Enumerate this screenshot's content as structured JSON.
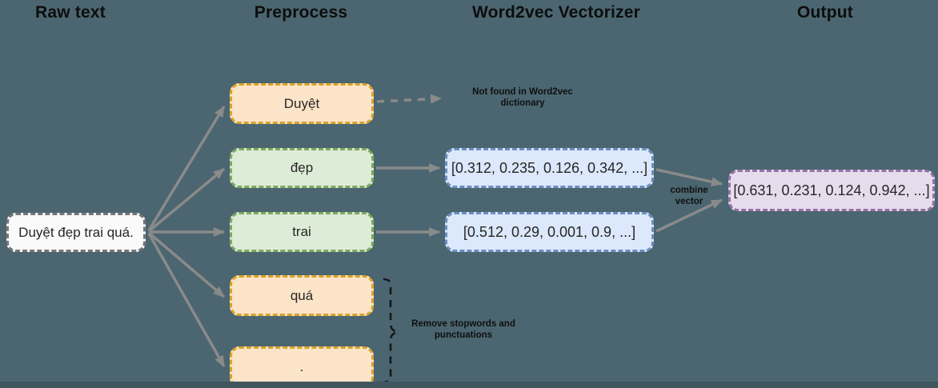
{
  "headers": {
    "raw_text": "Raw text",
    "preprocess": "Preprocess",
    "vectorizer": "Word2vec Vectorizer",
    "output": "Output"
  },
  "raw_text_box": {
    "label": "Duyệt đẹp trai quá."
  },
  "tokens": {
    "duyet": "Duyệt",
    "dep": "đẹp",
    "trai": "trai",
    "qua": "quá",
    "dot": "."
  },
  "vectors": {
    "dep_vector": "[0.312, 0.235, 0.126, 0.342, ...]",
    "trai_vector": "[0.512, 0.29, 0.001, 0.9, ...]"
  },
  "output_box": {
    "value": "[0.631, 0.231, 0.124, 0.942, ...]"
  },
  "annotations": {
    "not_found": "Not found in Word2vec dictionary",
    "combine_vector": "combine vector",
    "remove_stopwords": "Remove stopwords and punctuations"
  },
  "colors": {
    "background": "#4b6670",
    "arrow": "#8a8a8a",
    "orange_fill": "#fce4c9",
    "orange_border": "#d9a326",
    "green_fill": "#ddecd6",
    "green_border": "#7ca95c",
    "blue_fill": "#dce8fb",
    "blue_border": "#6c8ebf",
    "purple_fill": "#e7dcec",
    "purple_border": "#9673a6"
  }
}
